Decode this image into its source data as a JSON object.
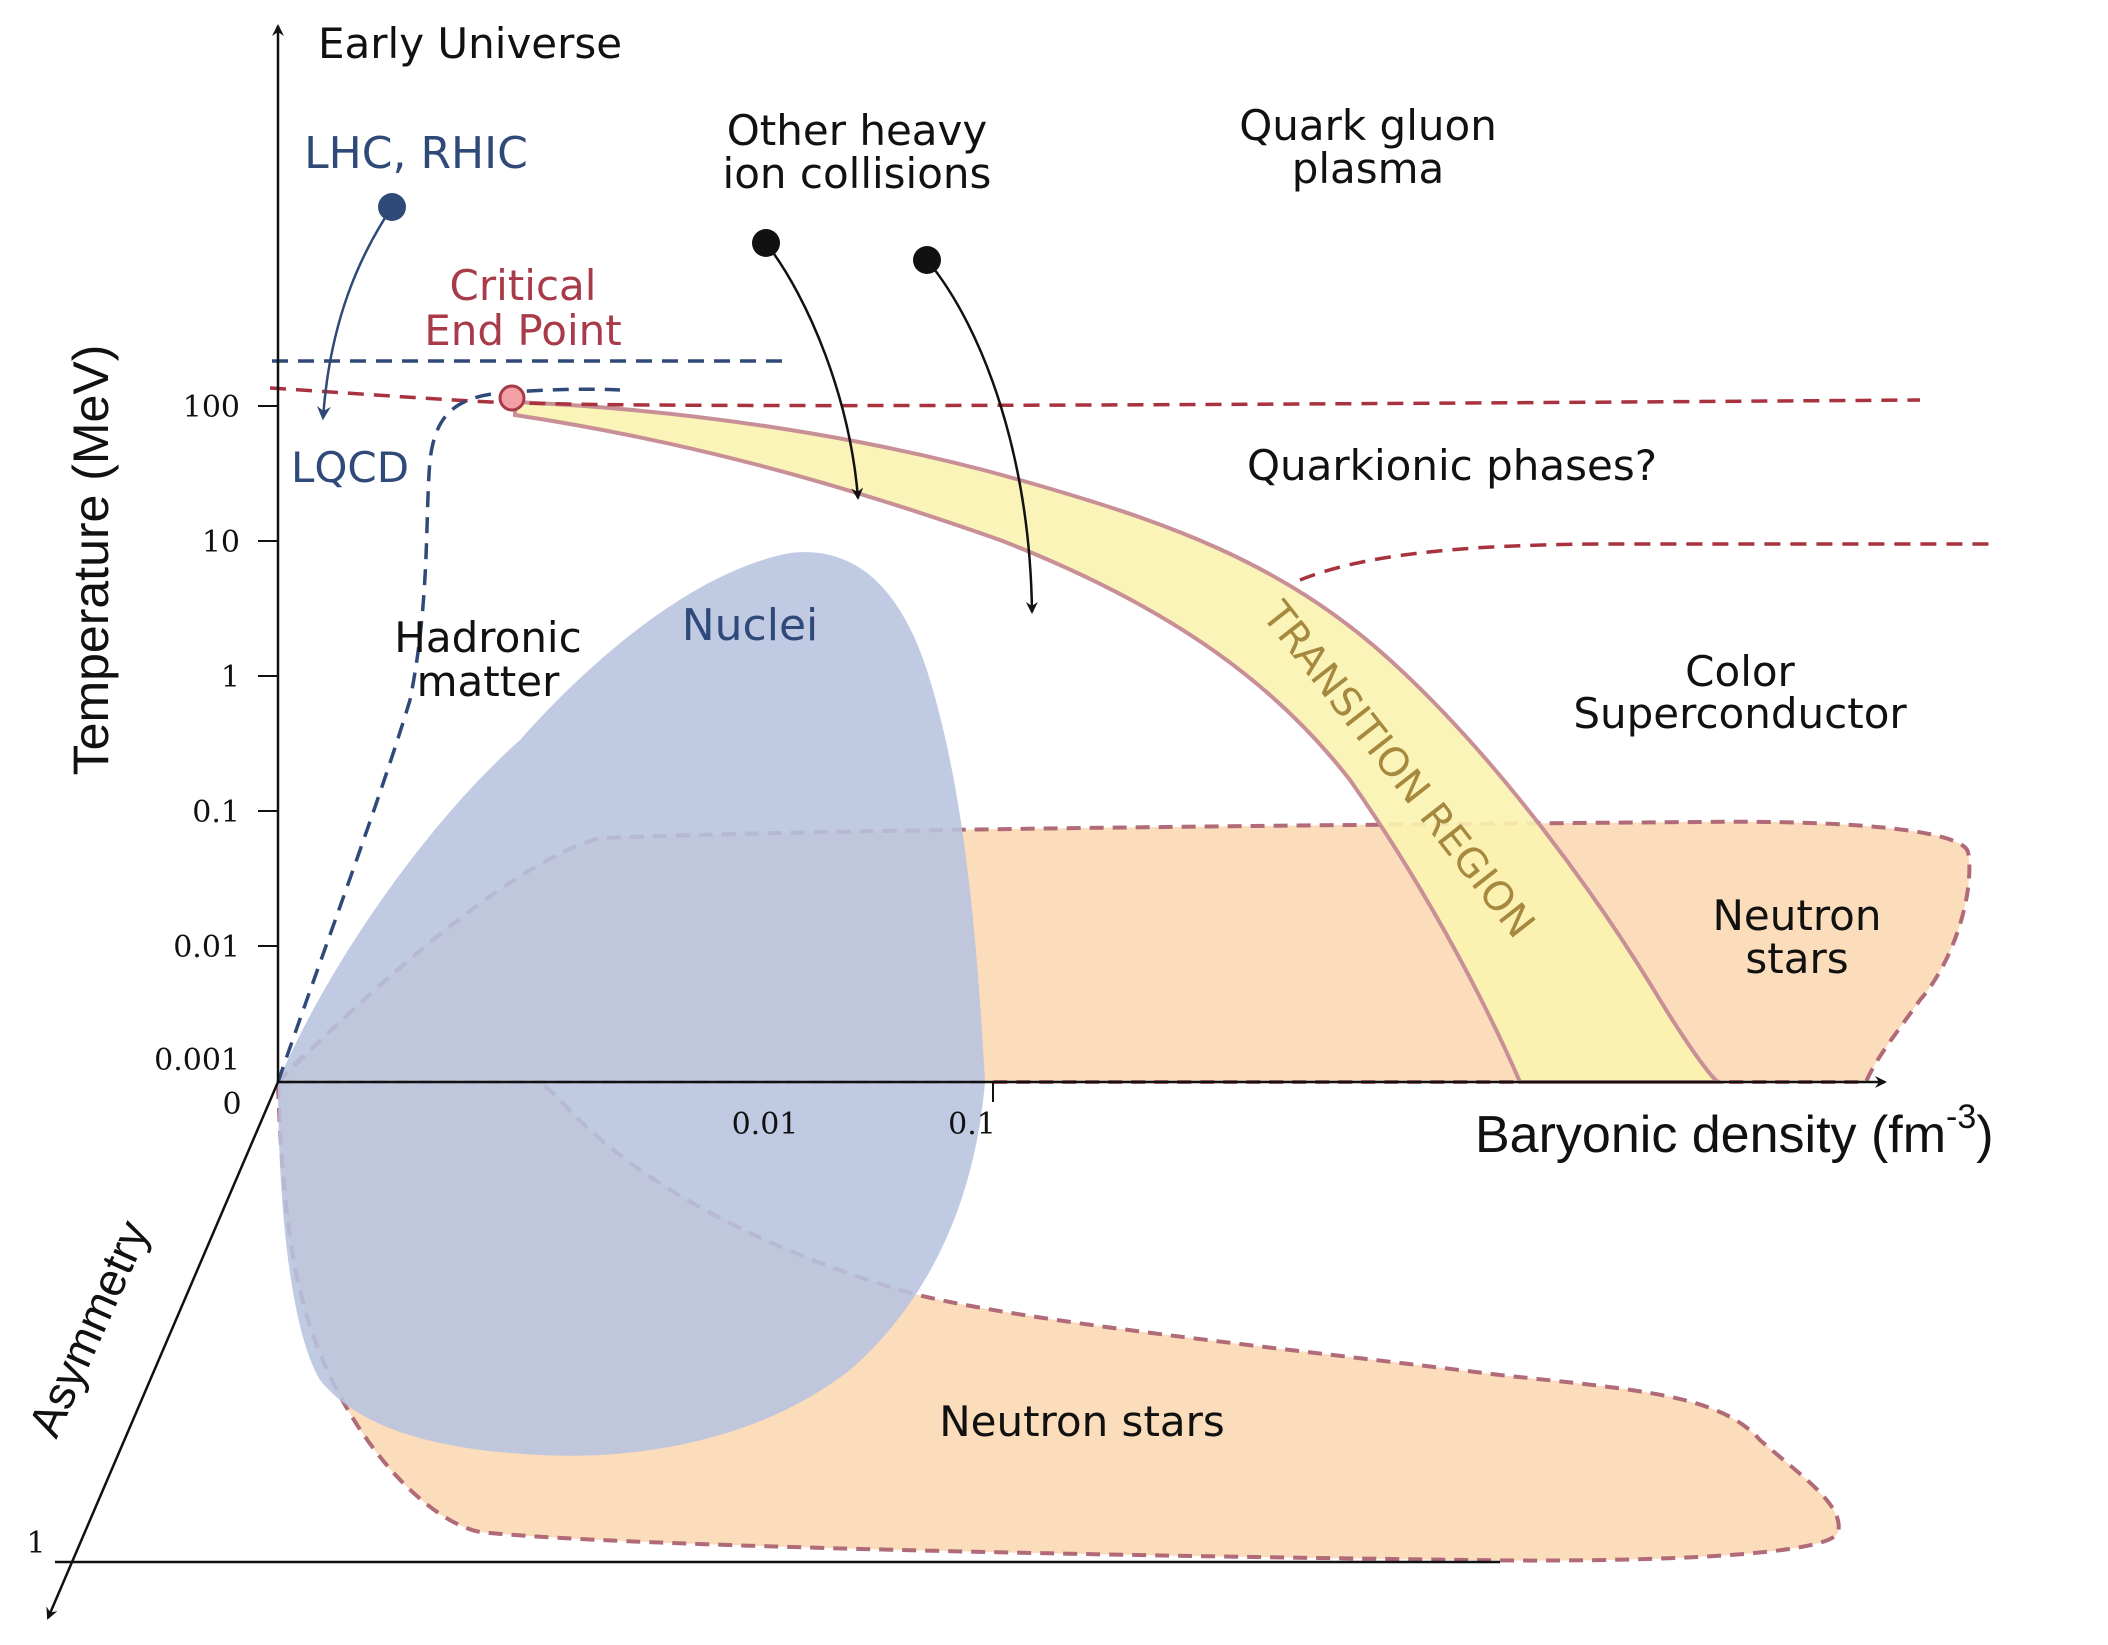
{
  "axes": {
    "temperature": {
      "title": "Temperature (MeV)",
      "ticks": [
        "100",
        "10",
        "1",
        "0.1",
        "0.01",
        "0.001"
      ],
      "top_label": "Early Universe"
    },
    "density": {
      "title_main": "Baryonic density (fm",
      "title_exp": "-3",
      "title_close": ")",
      "ticks": [
        "0.01",
        "0.1"
      ]
    },
    "asymmetry": {
      "title": "Asymmetry",
      "tick": "1"
    },
    "origin": "0"
  },
  "labels": {
    "lhc_rhic": "LHC, RHIC",
    "lqcd": "LQCD",
    "critical_end_point_line1": "Critical",
    "critical_end_point_line2": "End Point",
    "heavy_ion_line1": "Other heavy",
    "heavy_ion_line2": "ion collisions",
    "qgp_line1": "Quark gluon",
    "qgp_line2": "plasma",
    "quarkionic": "Quarkionic phases?",
    "hadronic_line1": "Hadronic",
    "hadronic_line2": "matter",
    "nuclei": "Nuclei",
    "transition_region": "TRANSITION REGION",
    "color_sc_line1": "Color",
    "color_sc_line2": "Superconductor",
    "neutron_stars_line1": "Neutron",
    "neutron_stars_line2": "stars",
    "neutron_stars_bottom": "Neutron stars"
  },
  "colors": {
    "lhc_blue": "#2f4a78",
    "critical_red": "#a83a4a",
    "dashed_red": "#a8323e",
    "nuclei_fill": "#b7c3df",
    "neutron_fill": "#fbdcbb",
    "neutron_border": "#b06a78",
    "transition_fill": "#fbf3b0",
    "transition_border": "#c98f96",
    "transition_text": "#a6893e"
  }
}
